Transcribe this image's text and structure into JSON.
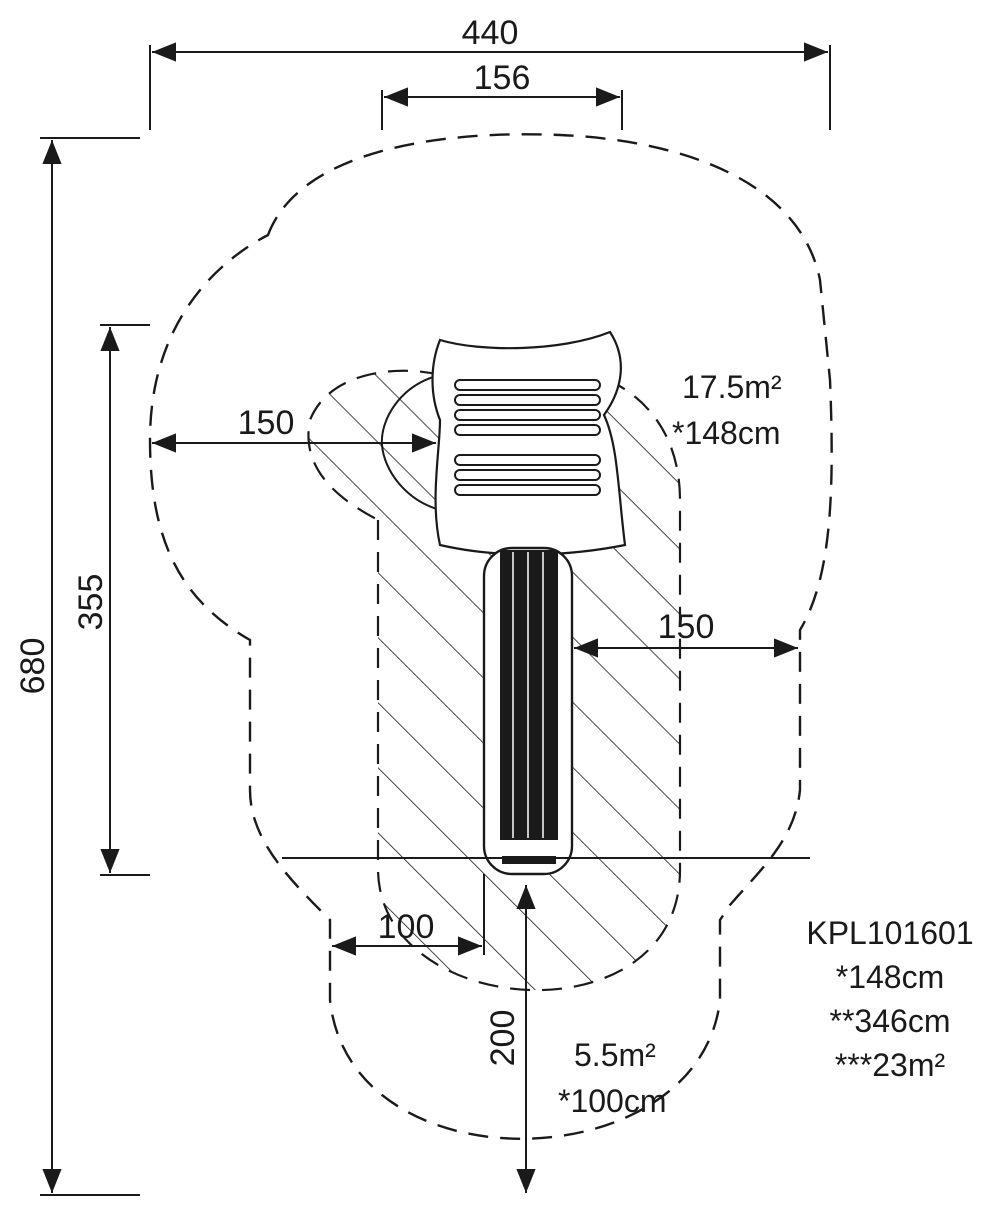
{
  "dimensions": {
    "overall_width": "440",
    "top_width": "156",
    "overall_height": "680",
    "side_height": "355",
    "left_clearance": "150",
    "right_clearance": "150",
    "bottom_left": "100",
    "bottom_length": "200"
  },
  "zones": {
    "upper_area": "17.5m²",
    "upper_height": "*148cm",
    "lower_area": "5.5m²",
    "lower_height": "*100cm"
  },
  "spec": {
    "model": "KPL101601",
    "line1": "*148cm",
    "line2": "**346cm",
    "line3": "***23m²"
  },
  "colors": {
    "ink": "#1a1a1a",
    "background": "#ffffff"
  }
}
